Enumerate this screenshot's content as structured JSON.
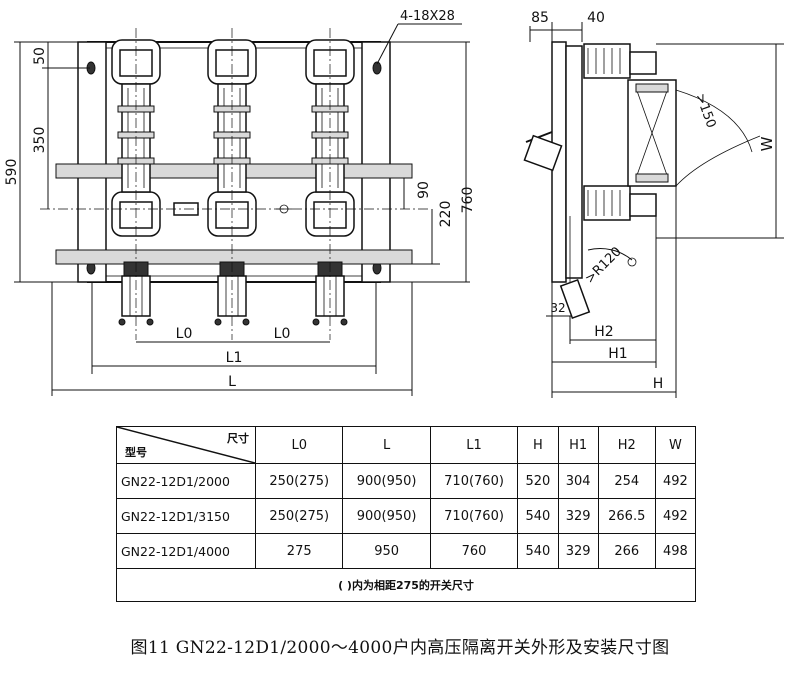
{
  "front_view": {
    "hole_callout": "4-18X28",
    "dims": {
      "d50": "50",
      "d350": "350",
      "d590": "590",
      "d90": "90",
      "d220": "220",
      "d760": "760",
      "L0_left": "L0",
      "L0_right": "L0",
      "L1": "L1",
      "L": "L"
    }
  },
  "side_view": {
    "dims": {
      "d85": "85",
      "d40": "40",
      "d150": ">150",
      "W": "W",
      "R": ">R120",
      "d32": "32",
      "H2": "H2",
      "H1": "H1",
      "H": "H"
    }
  },
  "table": {
    "corner_top": "尺寸",
    "corner_bottom": "型号",
    "columns": [
      "L0",
      "L",
      "L1",
      "H",
      "H1",
      "H2",
      "W"
    ],
    "rows": [
      {
        "model": "GN22-12D1/2000",
        "L0": "250(275)",
        "L": "900(950)",
        "L1": "710(760)",
        "H": "520",
        "H1": "304",
        "H2": "254",
        "W": "492"
      },
      {
        "model": "GN22-12D1/3150",
        "L0": "250(275)",
        "L": "900(950)",
        "L1": "710(760)",
        "H": "540",
        "H1": "329",
        "H2": "266.5",
        "W": "492"
      },
      {
        "model": "GN22-12D1/4000",
        "L0": "275",
        "L": "950",
        "L1": "760",
        "H": "540",
        "H1": "329",
        "H2": "266",
        "W": "498"
      }
    ],
    "note": "(  )内为相距275的开关尺寸"
  },
  "caption": "图11   GN22-12D1/2000～4000户内高压隔离开关外形及安装尺寸图"
}
